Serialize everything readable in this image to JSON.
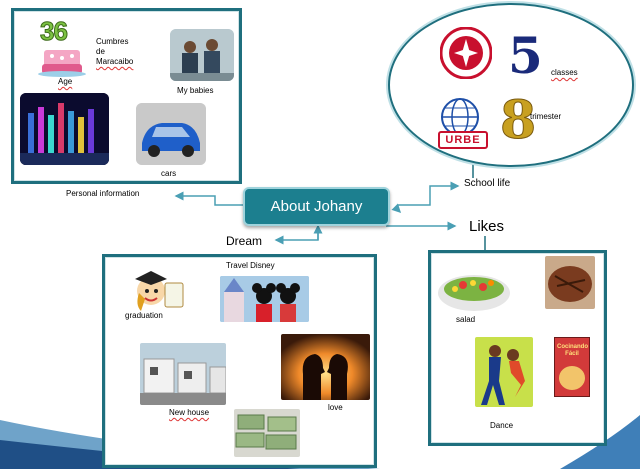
{
  "central": "About Johany",
  "branches": {
    "personal": "Personal information",
    "school": "School life",
    "dream": "Dream",
    "likes": "Likes"
  },
  "personal_box": {
    "age_number": "36",
    "age_label": "Age",
    "city_line1": "Cumbres",
    "city_line2": "de",
    "city_line3": "Maracaibo",
    "babies_label": "My babies",
    "cars_label": "cars"
  },
  "school_box": {
    "classes_number": "5",
    "classes_label": "classes",
    "trimester_number": "8",
    "trimester_label": "trimester",
    "urbe_text": "URBE"
  },
  "dream_box": {
    "travel_label": "Travel Disney",
    "graduation_label": "graduation",
    "house_label": "New house",
    "love_label": "love"
  },
  "likes_box": {
    "salad_label": "salad",
    "dance_label": "Dance",
    "book_title": "Cocinando Fácil"
  },
  "colors": {
    "box_border": "#1f6f7e",
    "center_fill": "#1c7f8f",
    "arrow": "#4a9fb4",
    "deco_blue": "#1f5f9e"
  }
}
